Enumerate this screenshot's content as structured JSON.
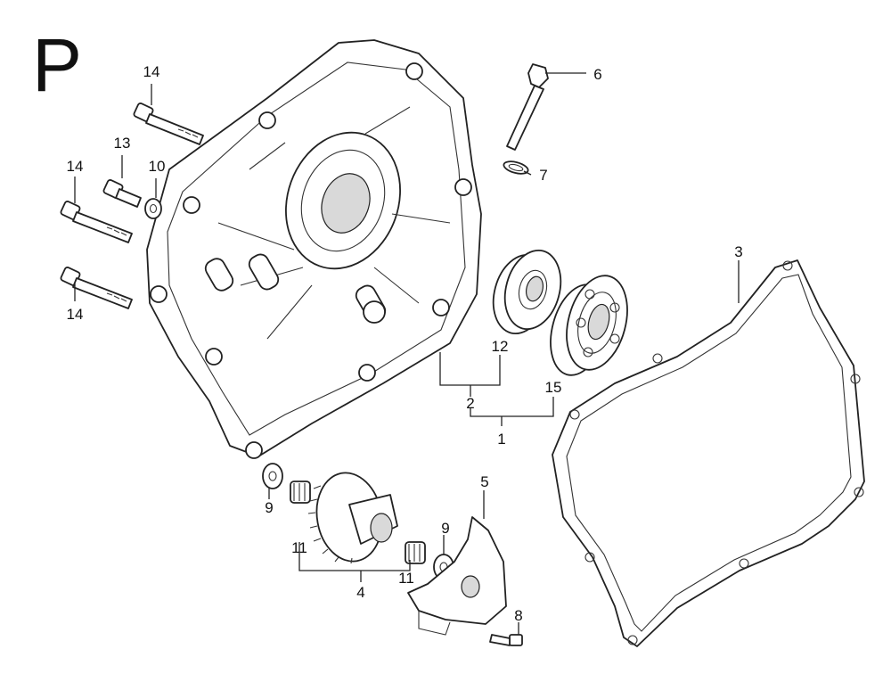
{
  "section_letter": "P",
  "callouts": {
    "c1": "1",
    "c2": "2",
    "c3": "3",
    "c4": "4",
    "c5": "5",
    "c6": "6",
    "c7": "7",
    "c8": "8",
    "c9a": "9",
    "c9b": "9",
    "c10": "10",
    "c11a": "11",
    "c11b": "11",
    "c12": "12",
    "c13": "13",
    "c14a": "14",
    "c14b": "14",
    "c14c": "14",
    "c15": "15"
  }
}
